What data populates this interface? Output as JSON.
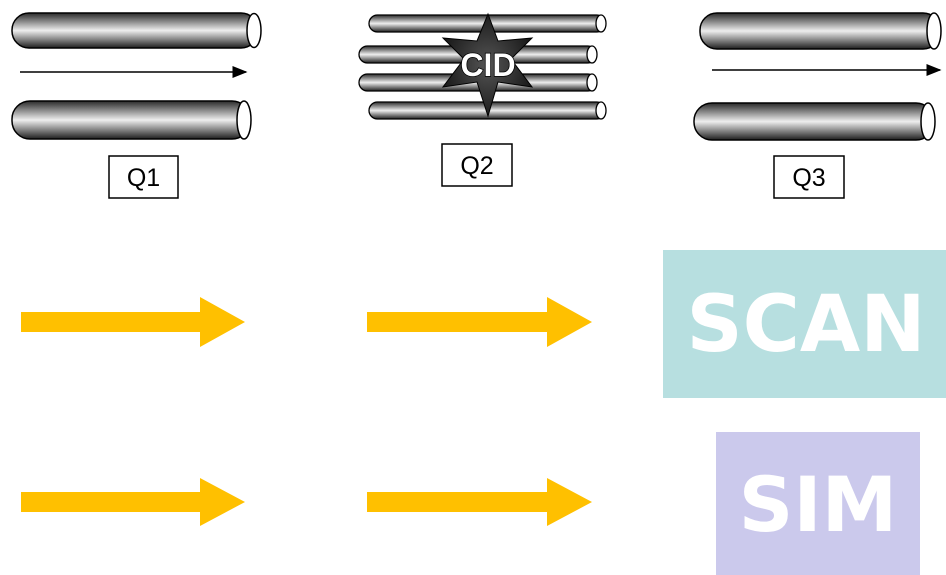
{
  "quadrupoles": [
    {
      "label": "Q1"
    },
    {
      "label": "Q2"
    },
    {
      "label": "Q3"
    }
  ],
  "collision_cell": {
    "label": "CID"
  },
  "modes": [
    {
      "label": "SCAN",
      "color": "#b7dfe0"
    },
    {
      "label": "SIM",
      "color": "#cbc9ec"
    }
  ],
  "colors": {
    "arrow": "#ffc000",
    "rod_dark": "#1a1a1a",
    "rod_light": "#f2f2f2"
  }
}
